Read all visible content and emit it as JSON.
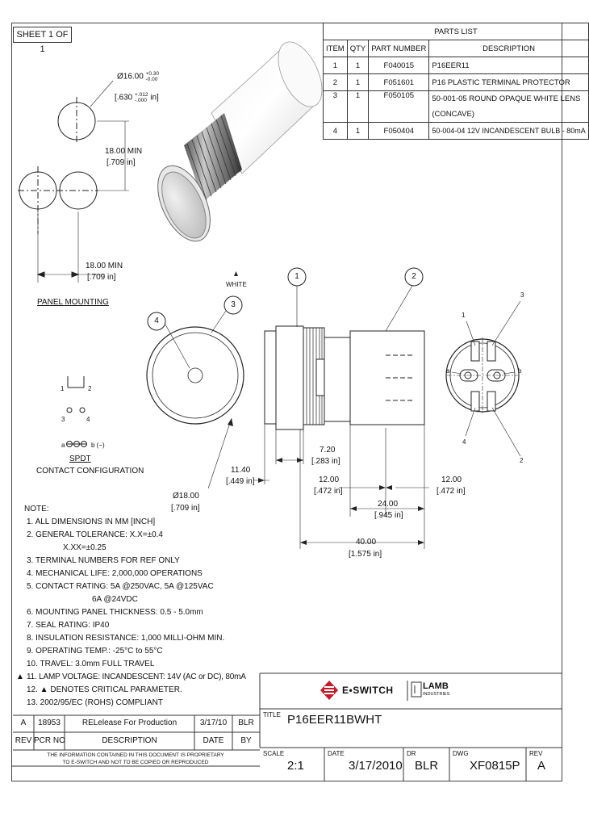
{
  "sheet": "SHEET 1 OF 1",
  "parts_list": {
    "title": "PARTS LIST",
    "headers": [
      "ITEM",
      "QTY",
      "PART NUMBER",
      "DESCRIPTION"
    ],
    "rows": [
      {
        "item": "1",
        "qty": "1",
        "part": "F040015",
        "desc": "P16EER11"
      },
      {
        "item": "2",
        "qty": "1",
        "part": "F051601",
        "desc": "P16 PLASTIC TERMINAL PROTECTOR"
      },
      {
        "item": "3",
        "qty": "1",
        "part": "F050105",
        "desc": "50-001-05 ROUND OPAQUE WHITE LENS",
        "desc2": "(CONCAVE)"
      },
      {
        "item": "4",
        "qty": "1",
        "part": "F050404",
        "desc": "50-004-04 12V INCANDESCENT BULB - 80mA"
      }
    ]
  },
  "panel_mounting": {
    "dia_mm": "Ø16.00",
    "dia_tol_plus": "+0.30",
    "dia_tol_minus": "-0.00",
    "dia_in": "[.630",
    "dia_in_tol_plus": "+.012",
    "dia_in_tol_minus": "-.000",
    "dia_in_suffix": "in]",
    "spacing_v_mm": "18.00 MIN",
    "spacing_v_in": "[.709 in]",
    "spacing_h_mm": "18.00 MIN",
    "spacing_h_in": "[.709 in]",
    "label": "PANEL MOUNTING"
  },
  "contact": {
    "pin1": "1",
    "pin2": "2",
    "pin3": "3",
    "pin4": "4",
    "lamp_a": "a",
    "lamp_b": "b (−)",
    "title": "SPDT",
    "subtitle": "CONTACT CONFIGURATION"
  },
  "front_view": {
    "white_label": "WHITE",
    "dia_mm": "Ø18.00",
    "dia_in": "[.709 in]",
    "balloon_4": "4",
    "balloon_3": "3"
  },
  "side_view": {
    "balloon_1": "1",
    "balloon_2": "2",
    "d1_mm": "7.20",
    "d1_in": "[.283 in]",
    "d2_mm": "11.40",
    "d2_in": "[.449 in]",
    "d3_mm": "12.00",
    "d3_in": "[.472 in]",
    "d4_mm": "12.00",
    "d4_in": "[.472 in]",
    "d5_mm": "24.00",
    "d5_in": "[.945 in]",
    "d6_mm": "40.00",
    "d6_in": "[1.575 in]"
  },
  "rear_view": {
    "p1": "1",
    "p2": "2",
    "p3": "3",
    "p4": "4",
    "pa": "a",
    "pb": "b"
  },
  "notes": {
    "title": "NOTE:",
    "lines": [
      "1. ALL DIMENSIONS IN MM [INCH]",
      "2. GENERAL TOLERANCE: X.X=±0.4",
      "X.XX=±0.25",
      "3. TERMINAL NUMBERS FOR REF ONLY",
      "4. MECHANICAL LIFE: 2,000,000 OPERATIONS",
      "5. CONTACT RATING: 5A @250VAC, 5A @125VAC",
      "6A @24VDC",
      "6. MOUNTING PANEL THICKNESS: 0.5 - 5.0mm",
      "7. SEAL RATING: IP40",
      "8. INSULATION RESISTANCE: 1,000 MILLI-OHM MIN.",
      "9. OPERATING TEMP.: -25°C to 55°C",
      "10. TRAVEL: 3.0mm FULL TRAVEL",
      "11. LAMP VOLTAGE: INCANDESCENT: 14V (AC or DC), 80mA",
      "12. ▲ DENOTES CRITICAL PARAMETER.",
      "13. 2002/95/EC (ROHS) COMPLIANT"
    ],
    "flag": "▲"
  },
  "revision": {
    "rev": "A",
    "pcr": "18953",
    "desc": "RELelease For Production",
    "date": "3/17/10",
    "by": "BLR",
    "h_rev": "REV",
    "h_pcr": "PCR NO",
    "h_desc": "DESCRIPTION",
    "h_date": "DATE",
    "h_by": "BY"
  },
  "proprietary": {
    "line1": "THE INFORMATION CONTAINED IN THIS DOCUMENT IS PROPRIETARY",
    "line2": "TO E-SWITCH AND NOT TO BE COPIED OR REPRODUCED"
  },
  "logos": {
    "eswitch": "E•SWITCH",
    "lamb": "LAMB",
    "lamb_sub": "INDUSTRIES"
  },
  "title_block": {
    "title_label": "TITLE",
    "title": "P16EER11BWHT",
    "scale_label": "SCALE",
    "scale": "2:1",
    "date_label": "DATE",
    "date": "3/17/2010",
    "dr_label": "DR",
    "dr": "BLR",
    "dwg_label": "DWG",
    "dwg": "XF0815P",
    "rev_label": "REV",
    "rev": "A"
  }
}
